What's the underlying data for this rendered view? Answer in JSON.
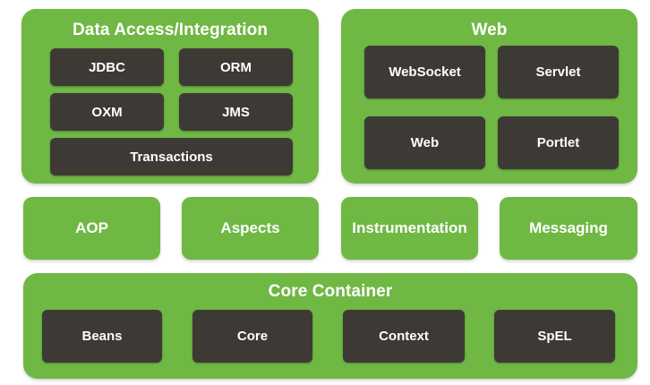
{
  "data_access": {
    "title": "Data Access/Integration",
    "jdbc": "JDBC",
    "orm": "ORM",
    "oxm": "OXM",
    "jms": "JMS",
    "transactions": "Transactions"
  },
  "web": {
    "title": "Web",
    "websocket": "WebSocket",
    "servlet": "Servlet",
    "web": "Web",
    "portlet": "Portlet"
  },
  "middle": {
    "aop": "AOP",
    "aspects": "Aspects",
    "instrumentation": "Instrumentation",
    "messaging": "Messaging"
  },
  "core_container": {
    "title": "Core Container",
    "beans": "Beans",
    "core": "Core",
    "context": "Context",
    "spel": "SpEL"
  },
  "colors": {
    "panel_green": "#70b844",
    "module_dark": "#3d3a36",
    "text": "#ffffff"
  }
}
